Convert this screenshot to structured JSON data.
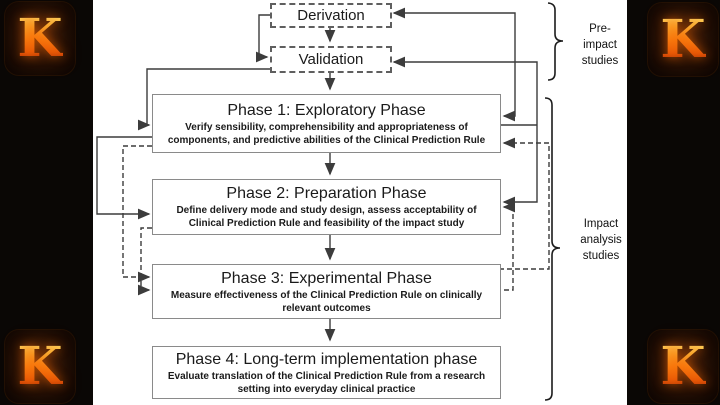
{
  "diagram": {
    "derivation": {
      "label": "Derivation"
    },
    "validation": {
      "label": "Validation"
    },
    "phases": [
      {
        "title": "Phase 1: Exploratory Phase",
        "desc": "Verify sensibility, comprehensibility and appropriateness of components, and predictive abilities of the Clinical Prediction Rule"
      },
      {
        "title": "Phase 2: Preparation Phase",
        "desc": "Define delivery mode and study design, assess acceptability of Clinical Prediction Rule and feasibility of the impact study"
      },
      {
        "title": "Phase 3: Experimental Phase",
        "desc": "Measure effectiveness of the Clinical Prediction Rule on clinically relevant outcomes"
      },
      {
        "title": "Phase 4: Long-term implementation phase",
        "desc": "Evaluate translation of the Clinical Prediction Rule from a research setting into everyday clinical practice"
      }
    ],
    "brackets": {
      "pre_impact": {
        "line1": "Pre-",
        "line2": "impact",
        "line3": "studies"
      },
      "impact": {
        "line1": "Impact",
        "line2": "analysis",
        "line3": "studies"
      }
    }
  },
  "branding": {
    "logo_letter": "K"
  },
  "colors": {
    "line": "#3c3c3c",
    "phase_border": "#8a8a8a",
    "dashed_border": "#5f5f5f",
    "fire_accent": "#ff8c1a",
    "sidebar_bg": "#0a0705"
  }
}
